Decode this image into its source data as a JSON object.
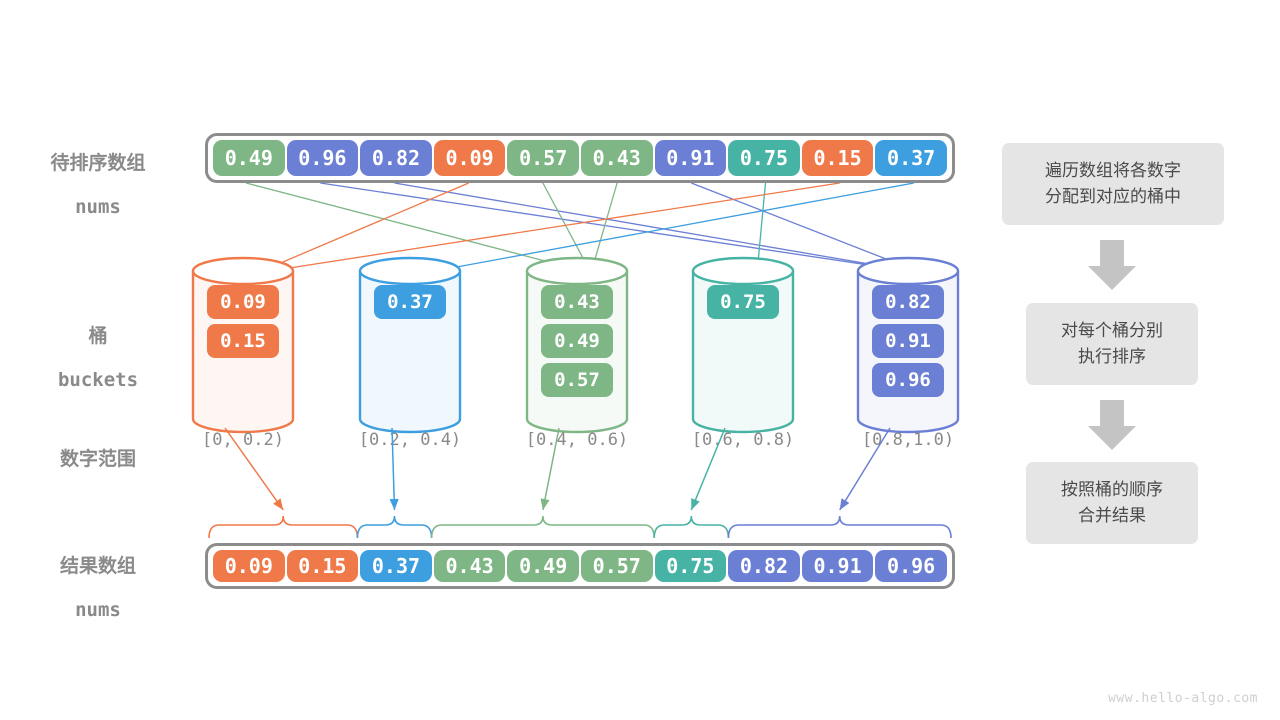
{
  "palette": {
    "green": "#7fb685",
    "purple": "#6b7fd4",
    "orange": "#f0794a",
    "teal": "#47b3a5",
    "blue": "#3d9ee0",
    "gray_border": "#8c8c8c",
    "flow_bg": "#e5e5e5",
    "flow_text": "#4a4a4a",
    "label_text": "#8a8a8a",
    "arrow_gray": "#c4c4c4"
  },
  "labels": {
    "input_array": {
      "cn": "待排序数组",
      "mono": "nums"
    },
    "buckets": {
      "cn": "桶",
      "mono": "buckets"
    },
    "number_range": {
      "cn": "数字范围",
      "mono": ""
    },
    "result_array": {
      "cn": "结果数组",
      "mono": "nums"
    }
  },
  "input_array": {
    "values": [
      "0.49",
      "0.96",
      "0.82",
      "0.09",
      "0.57",
      "0.43",
      "0.91",
      "0.75",
      "0.15",
      "0.37"
    ],
    "colors": [
      "green",
      "purple",
      "purple",
      "orange",
      "green",
      "green",
      "purple",
      "teal",
      "orange",
      "blue"
    ]
  },
  "buckets": [
    {
      "color": "orange",
      "range": "[0, 0.2)",
      "items": [
        "0.09",
        "0.15"
      ]
    },
    {
      "color": "blue",
      "range": "[0.2, 0.4)",
      "items": [
        "0.37"
      ]
    },
    {
      "color": "green",
      "range": "[0.4, 0.6)",
      "items": [
        "0.43",
        "0.49",
        "0.57"
      ]
    },
    {
      "color": "teal",
      "range": "[0.6, 0.8)",
      "items": [
        "0.75"
      ]
    },
    {
      "color": "purple",
      "range": "[0.8,1.0)",
      "items": [
        "0.82",
        "0.91",
        "0.96"
      ]
    }
  ],
  "result_array": {
    "values": [
      "0.09",
      "0.15",
      "0.37",
      "0.43",
      "0.49",
      "0.57",
      "0.75",
      "0.82",
      "0.91",
      "0.96"
    ],
    "colors": [
      "orange",
      "orange",
      "blue",
      "green",
      "green",
      "green",
      "teal",
      "purple",
      "purple",
      "purple"
    ]
  },
  "flow": {
    "steps": [
      {
        "lines": [
          "遍历数组将各数字",
          "分配到对应的桶中"
        ]
      },
      {
        "lines": [
          "对每个桶分别",
          "执行排序"
        ]
      },
      {
        "lines": [
          "按照桶的顺序",
          "合并结果"
        ]
      }
    ]
  },
  "watermark": "www.hello-algo.com",
  "chart_data": {
    "type": "diagram",
    "title": "Bucket Sort",
    "input": [
      0.49,
      0.96,
      0.82,
      0.09,
      0.57,
      0.43,
      0.91,
      0.75,
      0.15,
      0.37
    ],
    "buckets": [
      {
        "range": [
          0,
          0.2
        ],
        "values": [
          0.09,
          0.15
        ]
      },
      {
        "range": [
          0.2,
          0.4
        ],
        "values": [
          0.37
        ]
      },
      {
        "range": [
          0.4,
          0.6
        ],
        "values": [
          0.43,
          0.49,
          0.57
        ]
      },
      {
        "range": [
          0.6,
          0.8
        ],
        "values": [
          0.75
        ]
      },
      {
        "range": [
          0.8,
          1.0
        ],
        "values": [
          0.82,
          0.91,
          0.96
        ]
      }
    ],
    "output": [
      0.09,
      0.15,
      0.37,
      0.43,
      0.49,
      0.57,
      0.75,
      0.82,
      0.91,
      0.96
    ]
  }
}
